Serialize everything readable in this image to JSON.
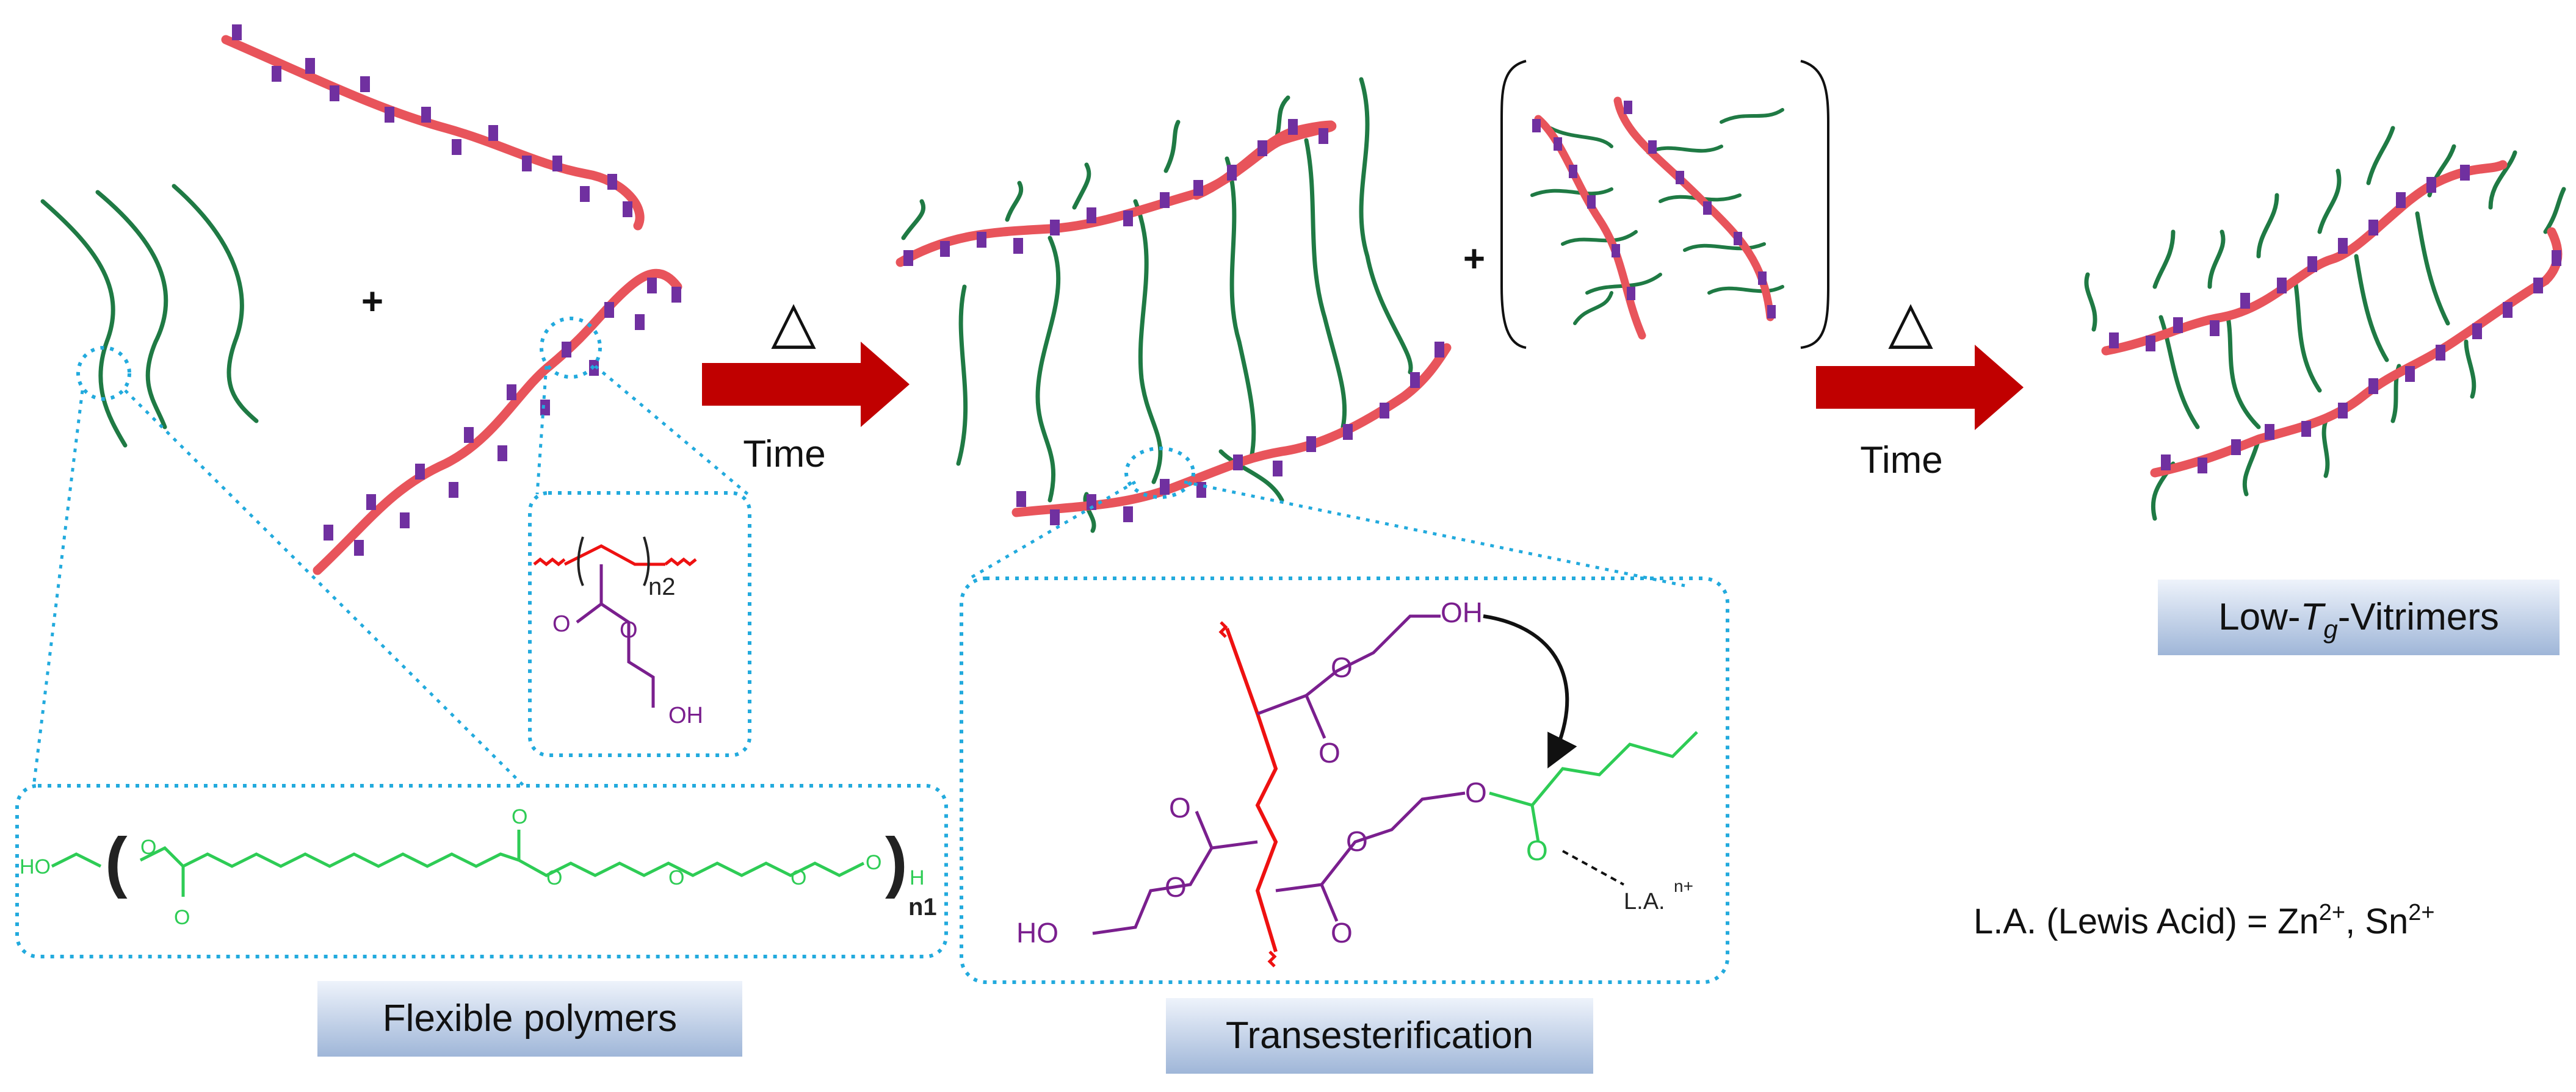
{
  "operators": {
    "plus": "+"
  },
  "steps": [
    {
      "symbol": "△",
      "label": "Time"
    },
    {
      "symbol": "△",
      "label": "Time"
    }
  ],
  "captions": {
    "flexible": "Flexible polymers",
    "transesterification": "Transesterification",
    "vitrimer_prefix": "Low-",
    "vitrimer_T": "T",
    "vitrimer_g": "g",
    "vitrimer_suffix": "-Vitrimers"
  },
  "lewis_acid_note": {
    "prefix": "L.A. (Lewis Acid) = Zn",
    "zn_charge": "2+",
    "separator": ", Sn",
    "sn_charge": "2+"
  },
  "chem_labels": {
    "n1": "n1",
    "n2": "n2",
    "O": "O",
    "OH": "OH",
    "HO": "HO",
    "H": "H",
    "la": "L.A.",
    "la_charge": "n+"
  },
  "colors": {
    "backbone": "#e8545b",
    "side_chain": "#1f7a44",
    "crosslink_site": "#7030a0",
    "arrow": "#c00000",
    "zoom_outline": "#22aadd",
    "caption_bg_top": "#eef3fb",
    "caption_bg_bottom": "#9fb6d8",
    "chem_backbone": "#ee1111",
    "chem_ester": "#7a1f8e",
    "chem_flexible": "#2ecc55"
  }
}
